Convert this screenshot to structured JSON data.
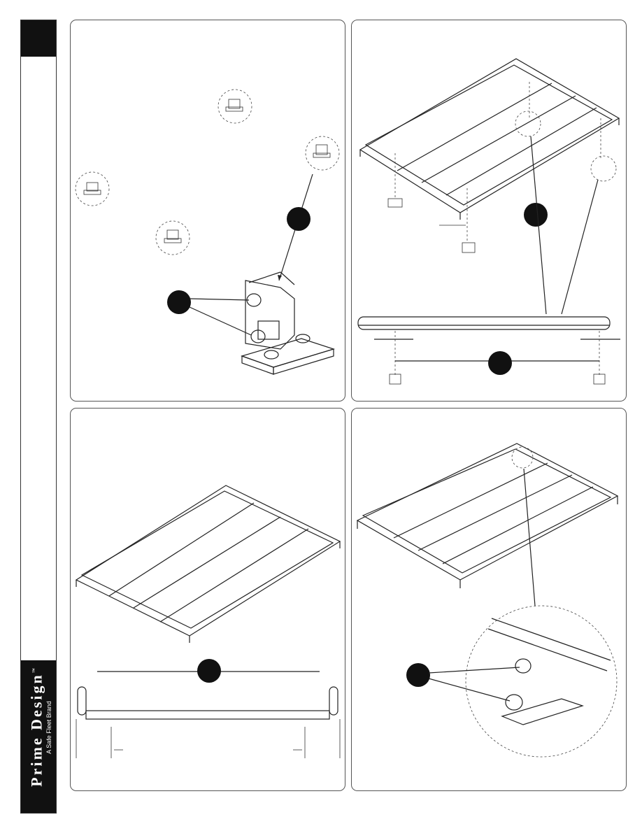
{
  "brand": {
    "name": "Prime Design",
    "trademark": "™",
    "tagline": "A Safe Fleet Brand"
  },
  "steps": [
    {
      "panel": "top-left",
      "callouts": 2
    },
    {
      "panel": "top-right",
      "callouts": 2
    },
    {
      "panel": "bottom-left",
      "callouts": 1
    },
    {
      "panel": "bottom-right",
      "callouts": 1
    }
  ],
  "colors": {
    "ink": "#111111",
    "panel_border": "#555555",
    "background": "#ffffff"
  }
}
